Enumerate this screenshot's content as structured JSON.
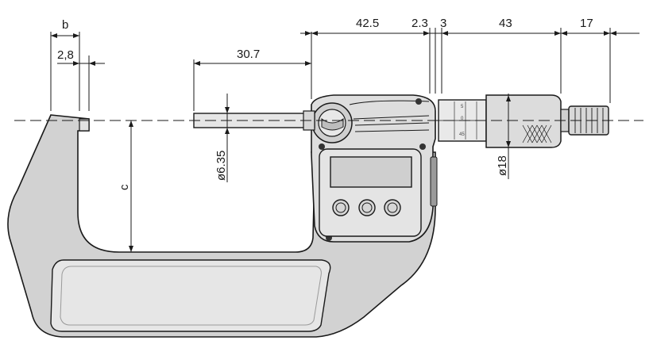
{
  "dimensions": {
    "b": "b",
    "b_offset": "2,8",
    "spindle_length": "30.7",
    "head_length": "42.5",
    "gap_1": "2.3",
    "gap_2": "3",
    "thimble_length": "43",
    "ratchet_length": "17",
    "spindle_diameter": "ø6.35",
    "thimble_diameter": "ø18",
    "throat_depth": "c"
  },
  "sleeve_scale": [
    "5",
    "0",
    "45"
  ],
  "colors": {
    "line": "#1a1a1a",
    "frame_fill": "#d2d2d2",
    "pad_fill": "#e6e6e6",
    "head_fill": "#dedede",
    "lcd_fill": "#cfcfcf"
  }
}
